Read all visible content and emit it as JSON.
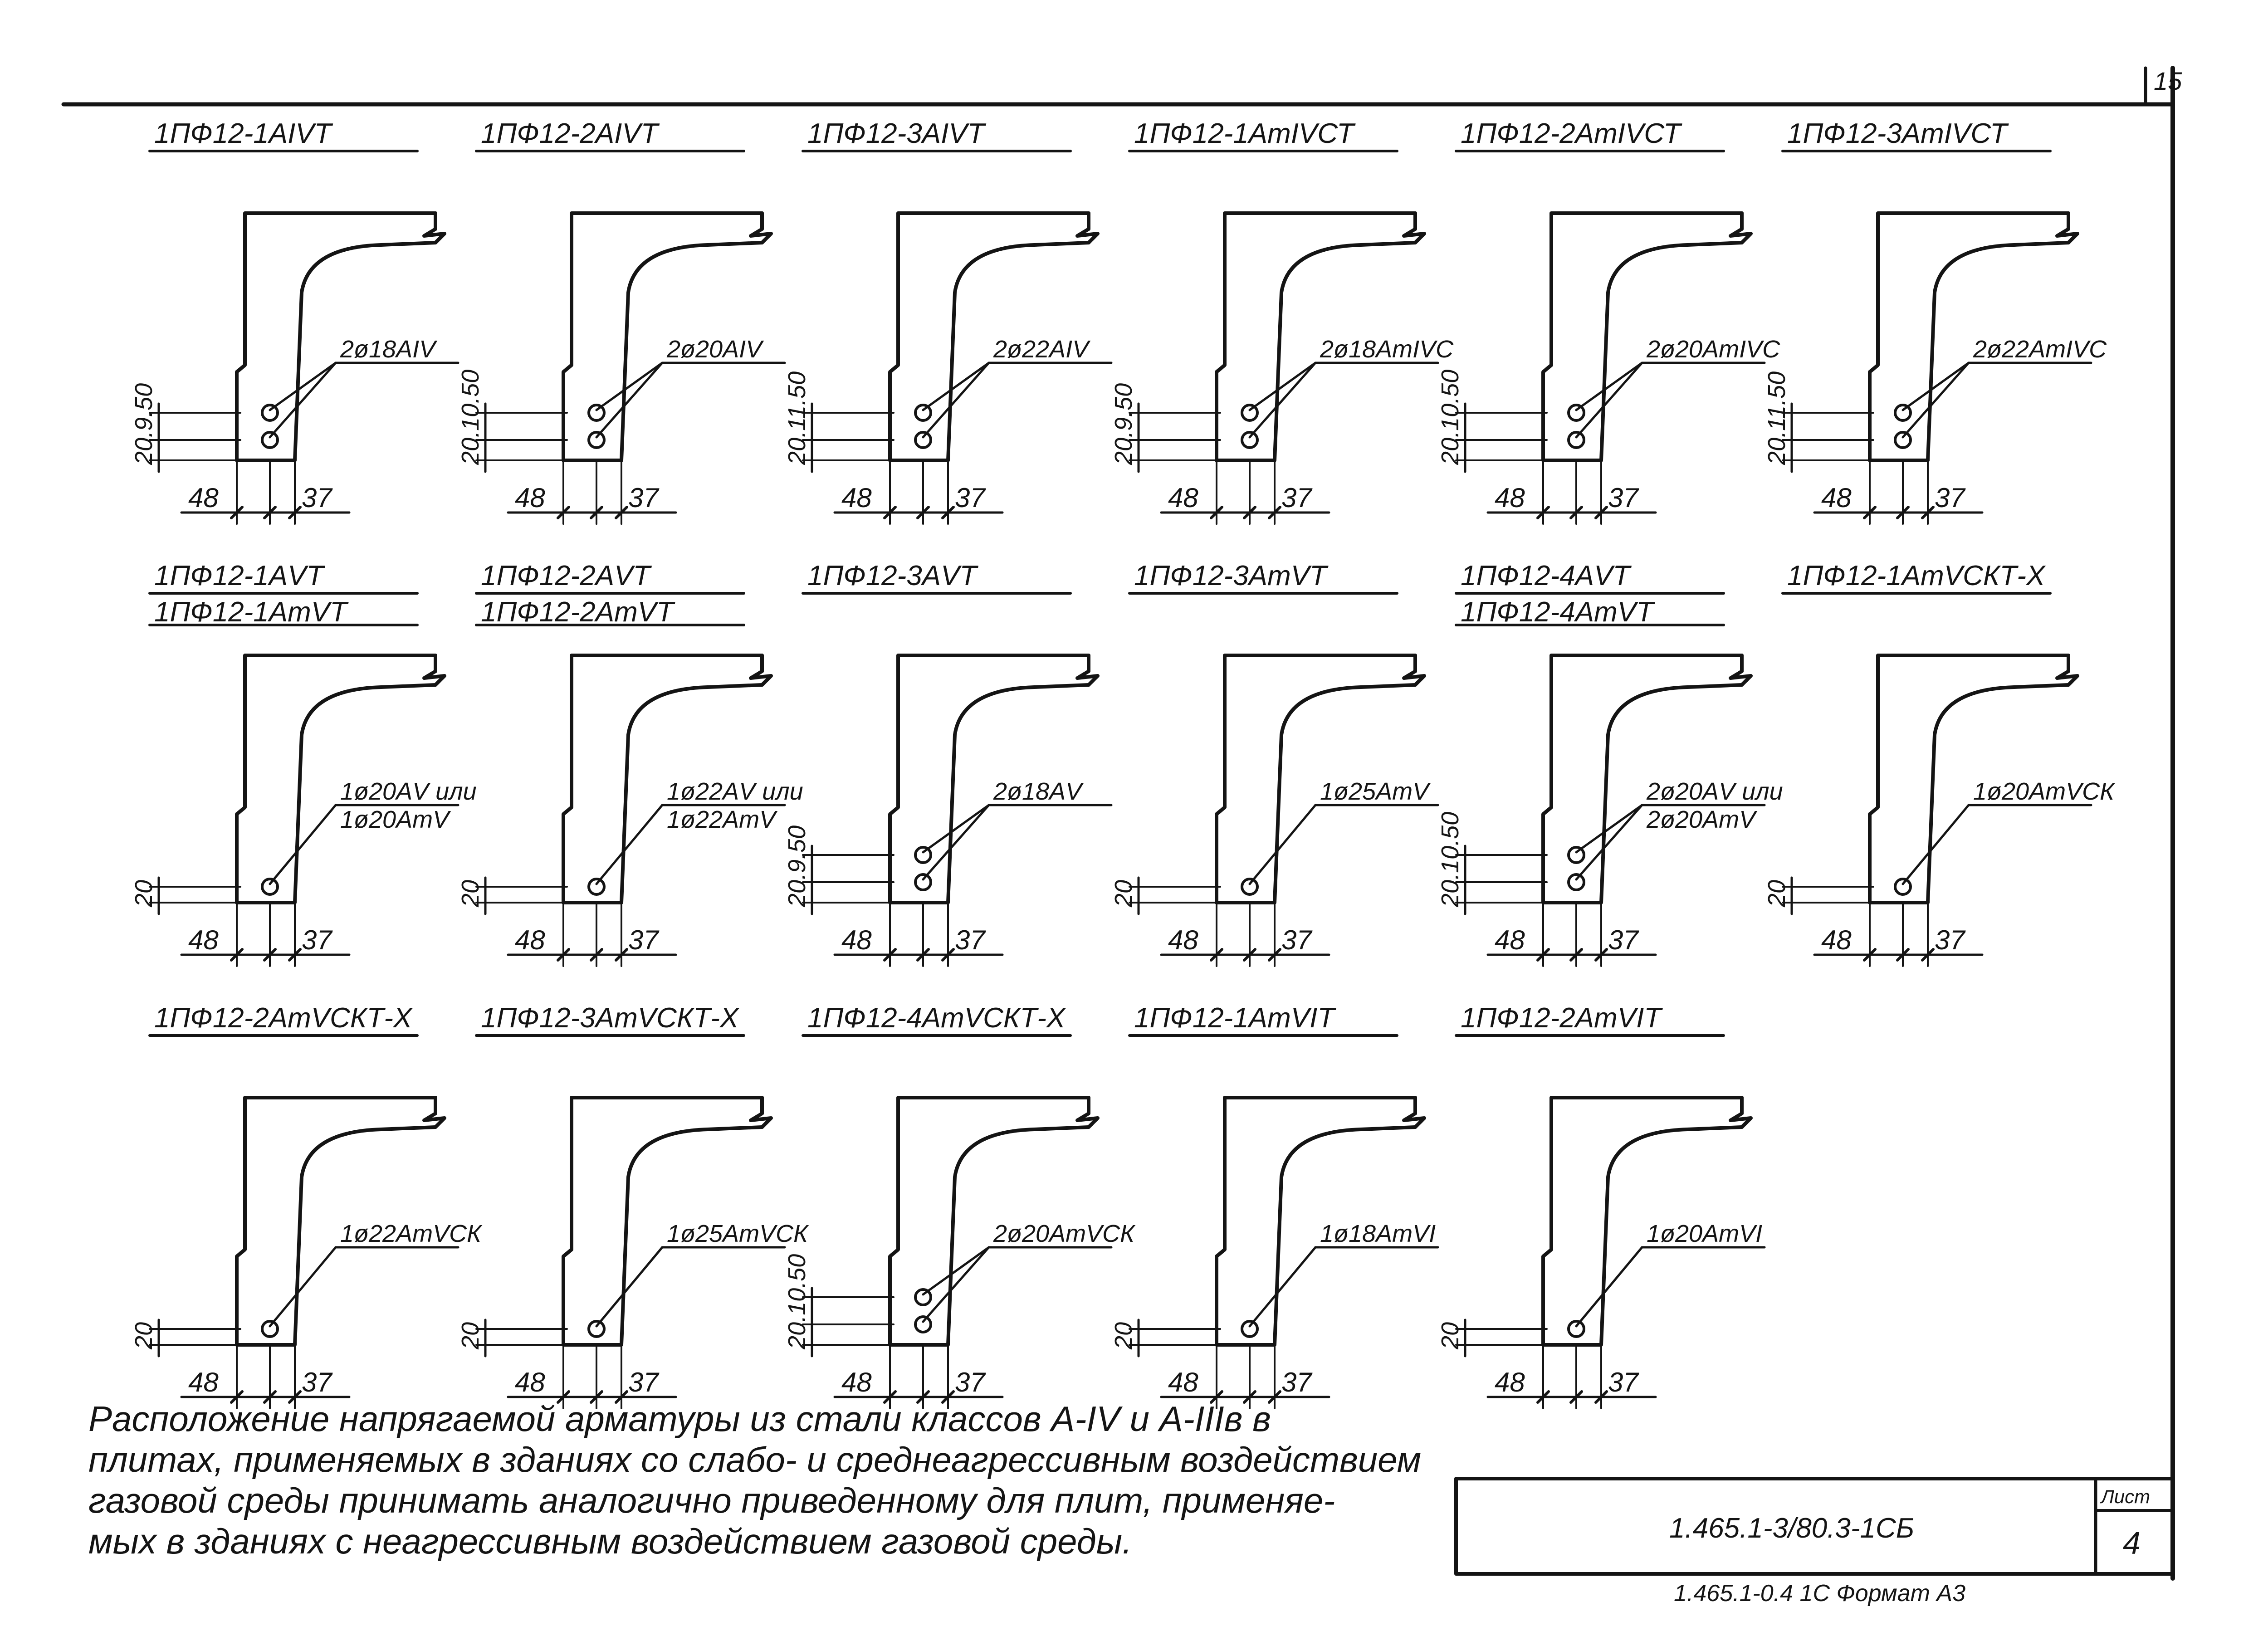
{
  "sheet": {
    "page_corner_number": "15",
    "code": "1.465.1-3/80.3-1СБ",
    "sheet_label": "Лист",
    "sheet_number": "4",
    "bottom_stamp": "1.465.1-0.4  1С   Формат А3"
  },
  "details": [
    {
      "title": "1ПФ12-1АIVТ",
      "bars_count": 2,
      "bar_label": [
        "2ø18АIV"
      ],
      "dims": [
        "48",
        "37"
      ],
      "vert_dims": "20.9.50"
    },
    {
      "title": "1ПФ12-2АIVТ",
      "bars_count": 2,
      "bar_label": [
        "2ø20АIV"
      ],
      "dims": [
        "48",
        "37"
      ],
      "vert_dims": "20.10.50"
    },
    {
      "title": "1ПФ12-3АIVТ",
      "bars_count": 2,
      "bar_label": [
        "2ø22АIV"
      ],
      "dims": [
        "48",
        "37"
      ],
      "vert_dims": "20.11.50"
    },
    {
      "title": "1ПФ12-1АтIVСТ",
      "bars_count": 2,
      "bar_label": [
        "2ø18АтIVС"
      ],
      "dims": [
        "48",
        "37"
      ],
      "vert_dims": "20.9.50"
    },
    {
      "title": "1ПФ12-2АтIVСТ",
      "bars_count": 2,
      "bar_label": [
        "2ø20АтIVС"
      ],
      "dims": [
        "48",
        "37"
      ],
      "vert_dims": "20.10.50"
    },
    {
      "title": "1ПФ12-3АтIVСТ",
      "bars_count": 2,
      "bar_label": [
        "2ø22АтIVС"
      ],
      "dims": [
        "48",
        "37"
      ],
      "vert_dims": "20.11.50"
    },
    {
      "title": "1ПФ12-1АVТ",
      "title2": "1ПФ12-1АтVТ",
      "bars_count": 1,
      "bar_label": [
        "1ø20АV или",
        "1ø20АтV"
      ],
      "dims": [
        "48",
        "37"
      ],
      "vert_dims": "20"
    },
    {
      "title": "1ПФ12-2АVТ",
      "title2": "1ПФ12-2АтVТ",
      "bars_count": 1,
      "bar_label": [
        "1ø22АV или",
        "1ø22АтV"
      ],
      "dims": [
        "48",
        "37"
      ],
      "vert_dims": "20"
    },
    {
      "title": "1ПФ12-3АVТ",
      "bars_count": 2,
      "bar_label": [
        "2ø18АV"
      ],
      "dims": [
        "48",
        "37"
      ],
      "vert_dims": "20.9.50"
    },
    {
      "title": "1ПФ12-3АтVТ",
      "bars_count": 1,
      "bar_label": [
        "1ø25АтV"
      ],
      "dims": [
        "48",
        "37"
      ],
      "vert_dims": "20"
    },
    {
      "title": "1ПФ12-4АVТ",
      "title2": "1ПФ12-4АтVТ",
      "bars_count": 2,
      "bar_label": [
        "2ø20АV или",
        "2ø20АтV"
      ],
      "dims": [
        "48",
        "37"
      ],
      "vert_dims": "20.10.50"
    },
    {
      "title": "1ПФ12-1АтVСКТ-Х",
      "bars_count": 1,
      "bar_label": [
        "1ø20АтVСК"
      ],
      "dims": [
        "48",
        "37"
      ],
      "vert_dims": "20"
    },
    {
      "title": "1ПФ12-2АтVСКТ-Х",
      "bars_count": 1,
      "bar_label": [
        "1ø22АтVСК"
      ],
      "dims": [
        "48",
        "37"
      ],
      "vert_dims": "20"
    },
    {
      "title": "1ПФ12-3АтVСКТ-Х",
      "bars_count": 1,
      "bar_label": [
        "1ø25АтVСК"
      ],
      "dims": [
        "48",
        "37"
      ],
      "vert_dims": "20"
    },
    {
      "title": "1ПФ12-4АтVСКТ-Х",
      "bars_count": 2,
      "bar_label": [
        "2ø20АтVСК"
      ],
      "dims": [
        "48",
        "37"
      ],
      "vert_dims": "20.10.50"
    },
    {
      "title": "1ПФ12-1АтVIТ",
      "bars_count": 1,
      "bar_label": [
        "1ø18АтVI"
      ],
      "dims": [
        "48",
        "37"
      ],
      "vert_dims": "20"
    },
    {
      "title": "1ПФ12-2АтVIТ",
      "bars_count": 1,
      "bar_label": [
        "1ø20АтVI"
      ],
      "dims": [
        "48",
        "37"
      ],
      "vert_dims": "20"
    }
  ],
  "note": {
    "lines": [
      "Расположение напрягаемой арматуры из стали классов А-IV и А-IIIв в",
      "плитах, применяемых в зданиях со слабо- и среднеагрессивным воздействием",
      "газовой среды принимать аналогично приведенному для плит, применяе-",
      "мых в зданиях с неагрессивным воздействием газовой среды."
    ]
  }
}
